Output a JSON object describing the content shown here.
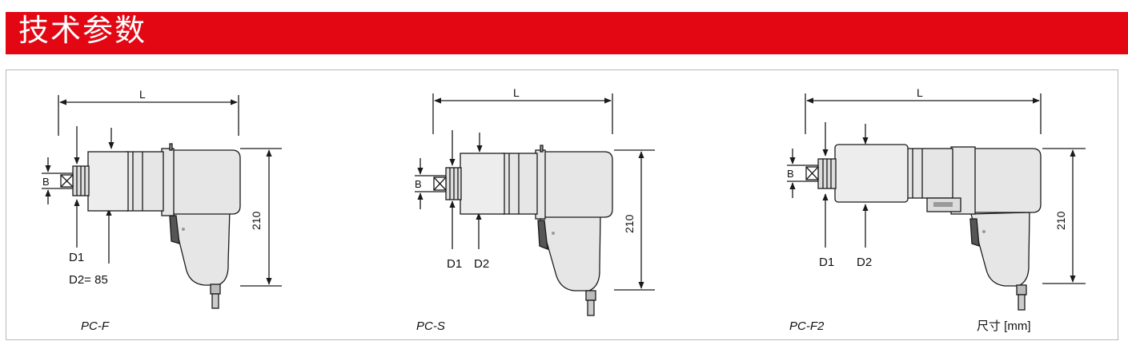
{
  "header": {
    "title": "技术参数"
  },
  "tools": [
    {
      "model": "PC-F",
      "L": "L",
      "B": "B",
      "height": "210",
      "d1": "D1",
      "d2": "D2= 85"
    },
    {
      "model": "PC-S",
      "L": "L",
      "B": "B",
      "height": "210",
      "d1": "D1",
      "d2": "D2"
    },
    {
      "model": "PC-F2",
      "L": "L",
      "B": "B",
      "height": "210",
      "d1": "D1",
      "d2": "D2"
    }
  ],
  "units_note": "尺寸 [mm]",
  "colors": {
    "banner": "#e30613",
    "tool_body": "#e6e6e6",
    "outline": "#1a1a1a"
  }
}
